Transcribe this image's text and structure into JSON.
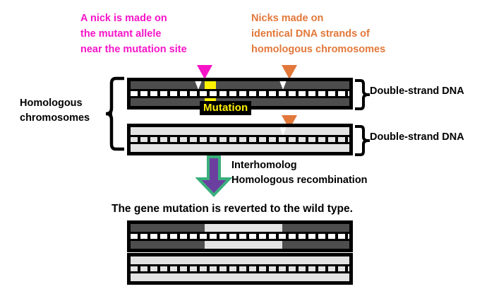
{
  "figure": {
    "callouts": {
      "nick_mutant": "A nick is made on\nthe mutant allele\nnear the mutation site",
      "nick_mutant_color": "#F714C8",
      "nicks_homologous": "Nicks made on\nidentical DNA strands of\nhomologous chromosomes",
      "nicks_homologous_color": "#E2783A"
    },
    "labels": {
      "homologous_chromosomes": "Homologous\nchromosomes",
      "double_strand_dna_top": "Double-strand DNA",
      "double_strand_dna_bottom": "Double-strand DNA",
      "mutation": "Mutation",
      "recombination": "Interhomolog\nHomologous recombination",
      "result": "The gene mutation is reverted to the wild type."
    },
    "colors": {
      "magenta": "#F714C8",
      "orange": "#E2783A",
      "yellow": "#FFF200",
      "arrow_fill": "#6B3FA0",
      "arrow_outline": "#3AAF7C",
      "strand_dark": "#4D4D4D",
      "strand_light": "#E3E3E3",
      "outline": "#000000"
    },
    "icons": {
      "nick_marker_magenta": "triangle-down-icon",
      "nick_marker_orange": "triangle-down-icon",
      "recombination_arrow": "arrow-down-icon",
      "brace_left": "curly-brace-left-icon",
      "brace_right": "curly-brace-right-icon"
    }
  }
}
